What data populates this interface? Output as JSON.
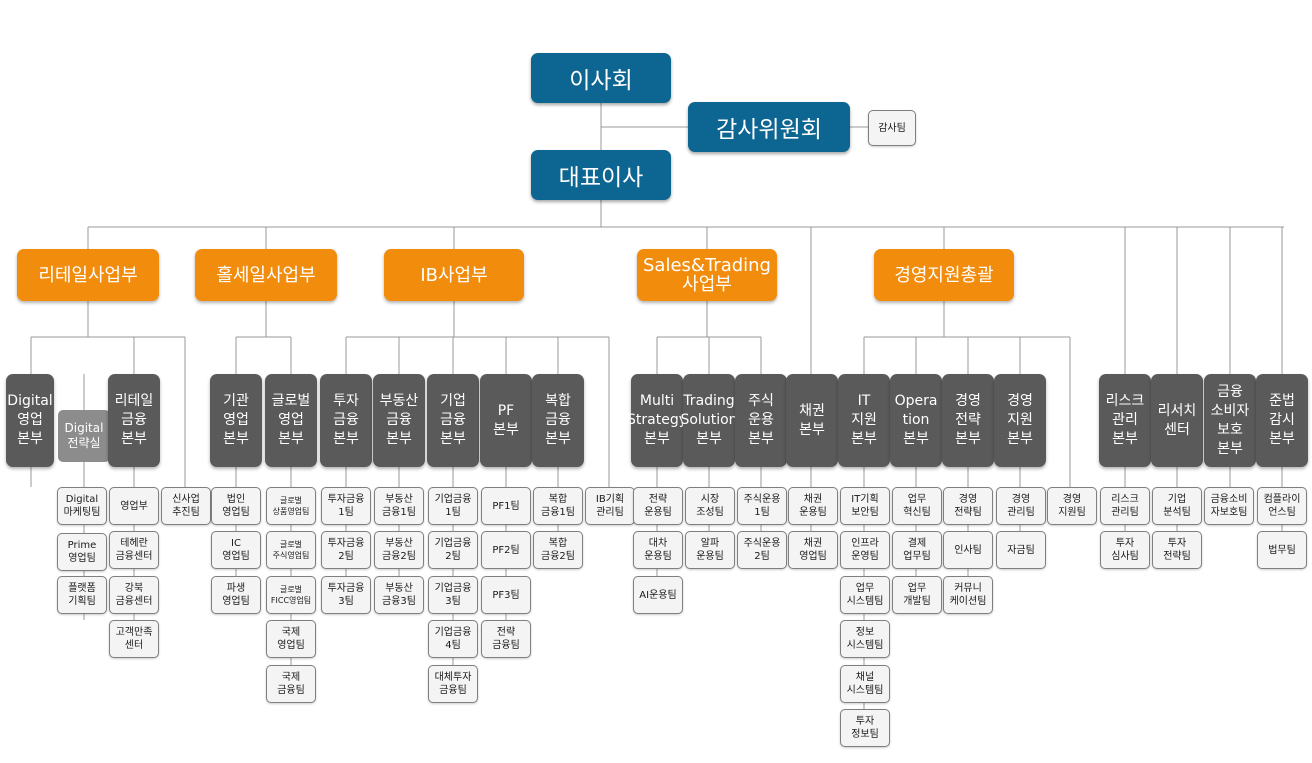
{
  "colors": {
    "top": "#0d6591",
    "division": "#f28c0c",
    "headquarters": "#5a5a5a",
    "team_fill": "#f4f4f4",
    "team_border": "#7f7f7f",
    "connector": "#9a9a9a"
  },
  "nodes": {
    "board": "이사회",
    "audit_committee": "감사위원회",
    "audit_team": "감사팀",
    "ceo": "대표이사",
    "retail": "리테일사업부",
    "wholesale": "홀세일사업부",
    "ib": "IB사업부",
    "sales_trading": "Sales&Trading\n사업부",
    "management_support": "경영지원총괄",
    "digital_hq": "Digital\n영업\n본부",
    "digital_strategy": "Digital\n전략실",
    "retail_finance_hq": "리테일\n금융\n본부",
    "t_digital_marketing": "Digital\n마케팅팀",
    "t_prime_sales": "Prime\n영업팀",
    "t_platform_planning": "플랫폼\n기획팀",
    "t_sales_dept": "영업부",
    "t_teheran_center": "테헤란\n금융센터",
    "t_gangbuk_center": "강북\n금융센터",
    "t_customer_center": "고객만족\n센터",
    "t_new_business": "신사업\n추진팀",
    "inst_sales_hq": "기관\n영업\n본부",
    "global_sales_hq": "글로벌\n영업\n본부",
    "t_corp_sales": "법인\n영업팀",
    "t_ic_sales": "IC\n영업팀",
    "t_deriv_sales": "파생\n영업팀",
    "t_global_product": "글로벌\n상품영업팀",
    "t_global_equity": "글로벌\n주식영업팀",
    "t_global_ficc": "글로벌\nFICC영업팀",
    "t_intl_sales": "국제\n영업팀",
    "t_intl_finance": "국제\n금융팀",
    "invest_finance_hq": "투자\n금융\n본부",
    "real_estate_hq": "부동산\n금융\n본부",
    "corp_finance_hq": "기업\n금융\n본부",
    "pf_hq": "PF\n본부",
    "complex_finance_hq": "복합\n금융\n본부",
    "t_invest_fin_1": "투자금융\n1팀",
    "t_invest_fin_2": "투자금융\n2팀",
    "t_invest_fin_3": "투자금융\n3팀",
    "t_real_estate_1": "부동산\n금융1팀",
    "t_real_estate_2": "부동산\n금융2팀",
    "t_real_estate_3": "부동산\n금융3팀",
    "t_corp_fin_1": "기업금융\n1팀",
    "t_corp_fin_2": "기업금융\n2팀",
    "t_corp_fin_3": "기업금융\n3팀",
    "t_corp_fin_4": "기업금융\n4팀",
    "t_alt_invest": "대체투자\n금융팀",
    "t_pf1": "PF1팀",
    "t_pf2": "PF2팀",
    "t_pf3": "PF3팀",
    "t_strategic_finance": "전략\n금융팀",
    "t_complex_1": "복합\n금융1팀",
    "t_complex_2": "복합\n금융2팀",
    "t_ib_planning": "IB기획\n관리팀",
    "multi_strategy_hq": "Multi\nStrategy\n본부",
    "trading_solution_hq": "Trading\nSolution\n본부",
    "equity_mgmt_hq": "주식\n운용\n본부",
    "t_strategy_mgmt": "전략\n운용팀",
    "t_lending_mgmt": "대차\n운용팀",
    "t_ai_mgmt": "AI운용팀",
    "t_market_making": "시장\n조성팀",
    "t_alpha_mgmt": "알파\n운용팀",
    "t_equity_mgmt_1": "주식운용\n1팀",
    "t_equity_mgmt_2": "주식운용\n2팀",
    "bond_hq": "채권\n본부",
    "t_bond_mgmt": "채권\n운용팀",
    "t_bond_sales": "채권\n영업팀",
    "it_hq": "IT\n지원\n본부",
    "operation_hq": "Opera\ntion\n본부",
    "mgmt_strategy_hq": "경영\n전략\n본부",
    "mgmt_support_hq": "경영\n지원\n본부",
    "t_it_planning": "IT기획\n보안팀",
    "t_infra_ops": "인프라\n운영팀",
    "t_biz_systems": "업무\n시스템팀",
    "t_info_systems": "정보\n시스템팀",
    "t_channel_systems": "채널\n시스템팀",
    "t_invest_info": "투자\n정보팀",
    "t_biz_innovation": "업무\n혁신팀",
    "t_settlement_ops": "결제\n업무팀",
    "t_biz_dev": "업무\n개발팀",
    "t_mgmt_strategy": "경영\n전략팀",
    "t_hr": "인사팀",
    "t_communication": "커뮤니\n케이션팀",
    "t_mgmt_admin": "경영\n관리팀",
    "t_treasury": "자금팀",
    "t_mgmt_support": "경영\n지원팀",
    "risk_hq": "리스크\n관리\n본부",
    "research_center": "리서치\n센터",
    "consumer_protection_hq": "금융\n소비자\n보호\n본부",
    "compliance_hq": "준법\n감시\n본부",
    "t_risk_mgmt": "리스크\n관리팀",
    "t_invest_review": "투자\n심사팀",
    "t_corp_analysis": "기업\n분석팀",
    "t_invest_strategy": "투자\n전략팀",
    "t_consumer_protection": "금융소비\n자보호팀",
    "t_compliance": "컴플라이\n언스팀",
    "t_legal": "법무팀"
  }
}
